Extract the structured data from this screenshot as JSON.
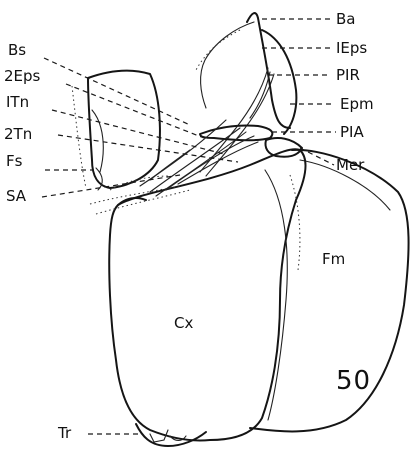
{
  "figure": {
    "number": "50",
    "labels": {
      "ba": "Ba",
      "ieps": "IEps",
      "pir": "PIR",
      "epm": "Epm",
      "pia": "PIA",
      "mer": "Mer",
      "bs": "Bs",
      "eps2": "2Eps",
      "itn": "ITn",
      "tn2": "2Tn",
      "fs": "Fs",
      "sa": "SA",
      "fm": "Fm",
      "cx": "Cx",
      "tr": "Tr"
    }
  }
}
